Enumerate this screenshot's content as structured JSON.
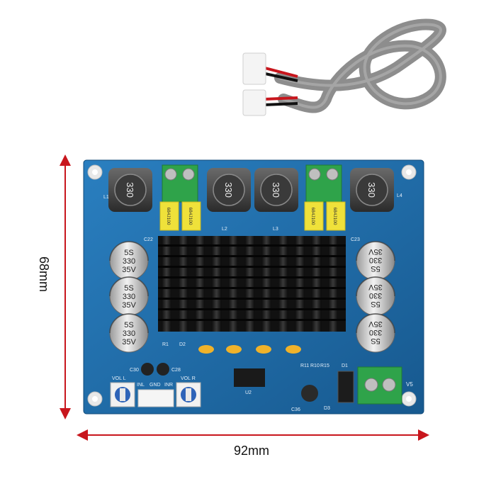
{
  "dimensions": {
    "width_label": "92mm",
    "height_label": "68mm",
    "arrow_color": "#c8161d"
  },
  "board": {
    "pcb_color": "#1f6fae",
    "inductor_label": "330",
    "film_cap_label": "684J100",
    "cap_lines": [
      "5S",
      "330",
      "35V"
    ],
    "silkscreen": {
      "l1": "L1",
      "l2": "L2",
      "l3": "L3",
      "l4": "L4",
      "c22": "C22",
      "c23": "C23",
      "r1": "R1",
      "d2": "D2",
      "vol_l": "VOL L",
      "vol_r": "VOL R",
      "inl": "INL",
      "gnd": "GND",
      "inr": "INR",
      "c30": "C30",
      "c28": "C28",
      "u2": "U2",
      "r11": "R11",
      "r10": "R10",
      "r15": "R15",
      "d1": "D1",
      "d3": "D3",
      "c36": "C36",
      "v5": "V5"
    }
  },
  "cable": {
    "color": "#8d8d8d"
  }
}
